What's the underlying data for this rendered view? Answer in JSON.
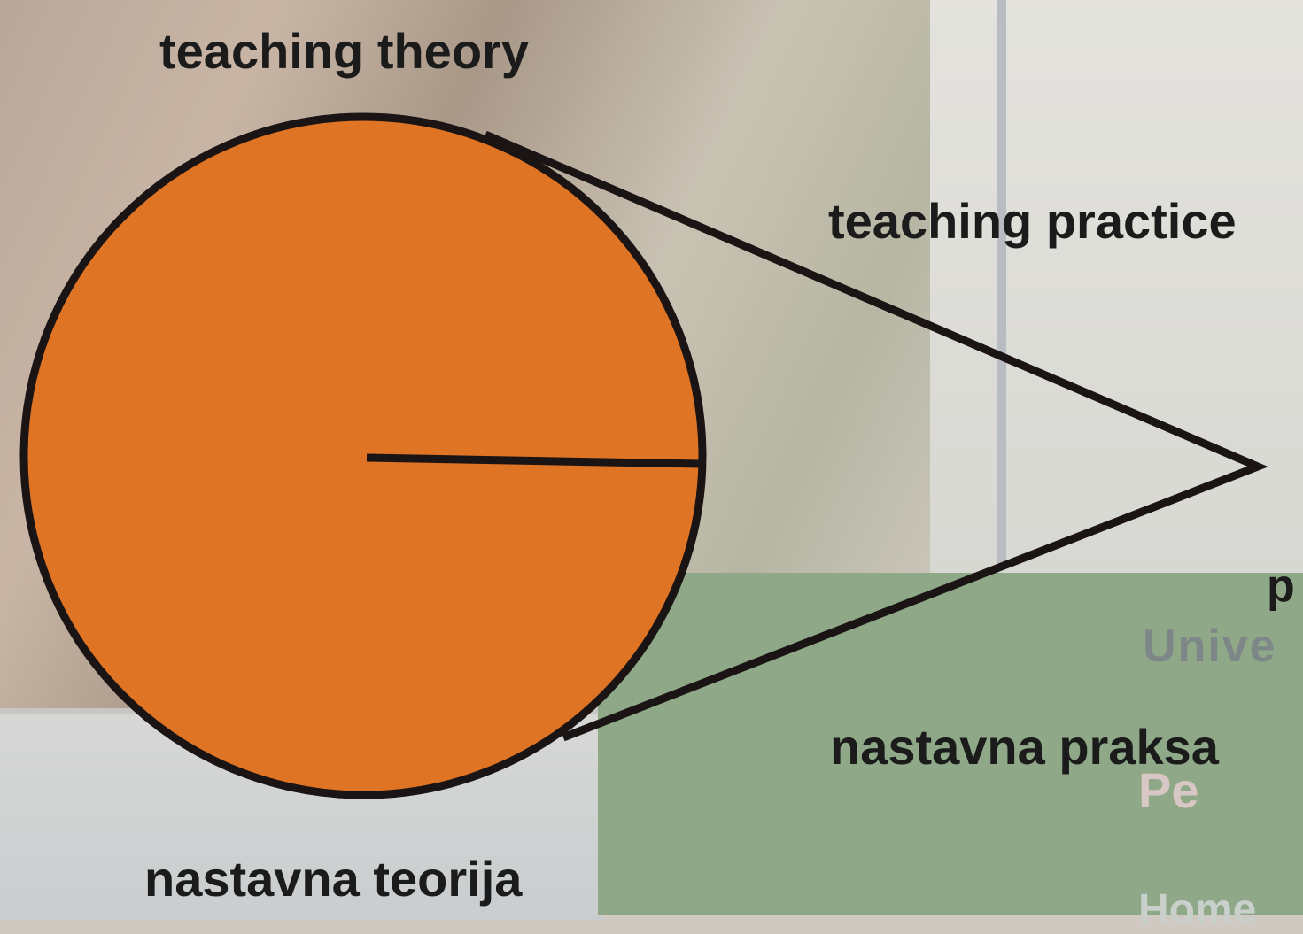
{
  "labels": {
    "teaching_theory": "teaching theory",
    "teaching_practice": "teaching practice",
    "nastavna_praksa": "nastavna praksa",
    "nastavna_teorija": "nastavna teorija"
  },
  "background_fragments": {
    "p": "p",
    "unive": "Unive",
    "pe": "Pe",
    "home": "Home"
  },
  "colors": {
    "circle_fill": "#e07425",
    "outline": "#1b1414",
    "green_panel": "#8fa888"
  }
}
